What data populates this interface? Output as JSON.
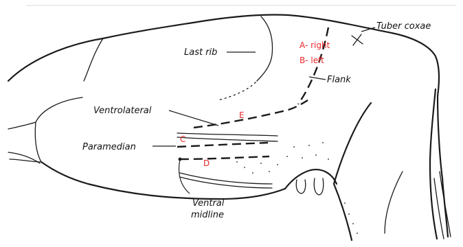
{
  "labels": {
    "tuber_coxae": "Tuber coxae",
    "last_rib": "Last rib",
    "flank": "Flank",
    "ventrolateral": "Ventrolateral",
    "paramedian": "Paramedian",
    "ventral_midline_line1": "Ventral",
    "ventral_midline_line2": "midline"
  },
  "annotations": {
    "a_right": "A- right",
    "b_left": "B- left",
    "e": "E",
    "c": "C",
    "d": "D",
    "color": "#e8282b"
  }
}
